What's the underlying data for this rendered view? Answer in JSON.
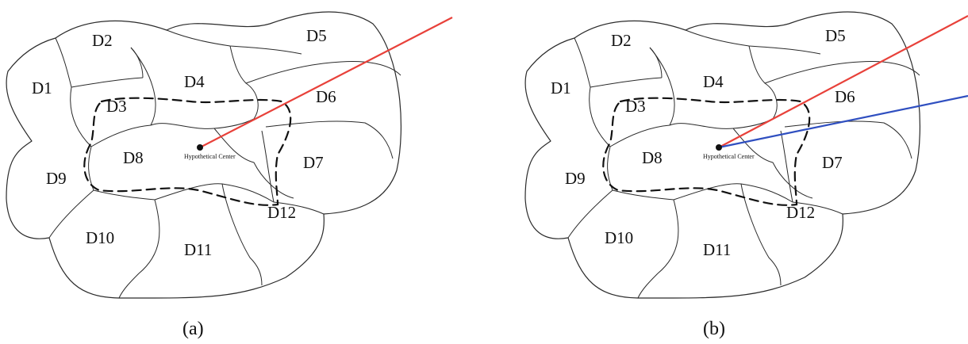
{
  "panels": [
    {
      "caption": "(a)",
      "center_label": "Hypothetical Center",
      "regions": [
        "D1",
        "D2",
        "D3",
        "D4",
        "D5",
        "D6",
        "D7",
        "D8",
        "D9",
        "D10",
        "D11",
        "D12"
      ],
      "rays": [
        {
          "color": "#e8413a"
        }
      ]
    },
    {
      "caption": "(b)",
      "center_label": "Hypothetical Center",
      "regions": [
        "D1",
        "D2",
        "D3",
        "D4",
        "D5",
        "D6",
        "D7",
        "D8",
        "D9",
        "D10",
        "D11",
        "D12"
      ],
      "rays": [
        {
          "color": "#e8413a"
        },
        {
          "color": "#2f4fc0"
        }
      ]
    }
  ],
  "colors": {
    "outline": "#2a2a2a",
    "dashed_boundary": "#111111",
    "center_point": "#111111"
  }
}
